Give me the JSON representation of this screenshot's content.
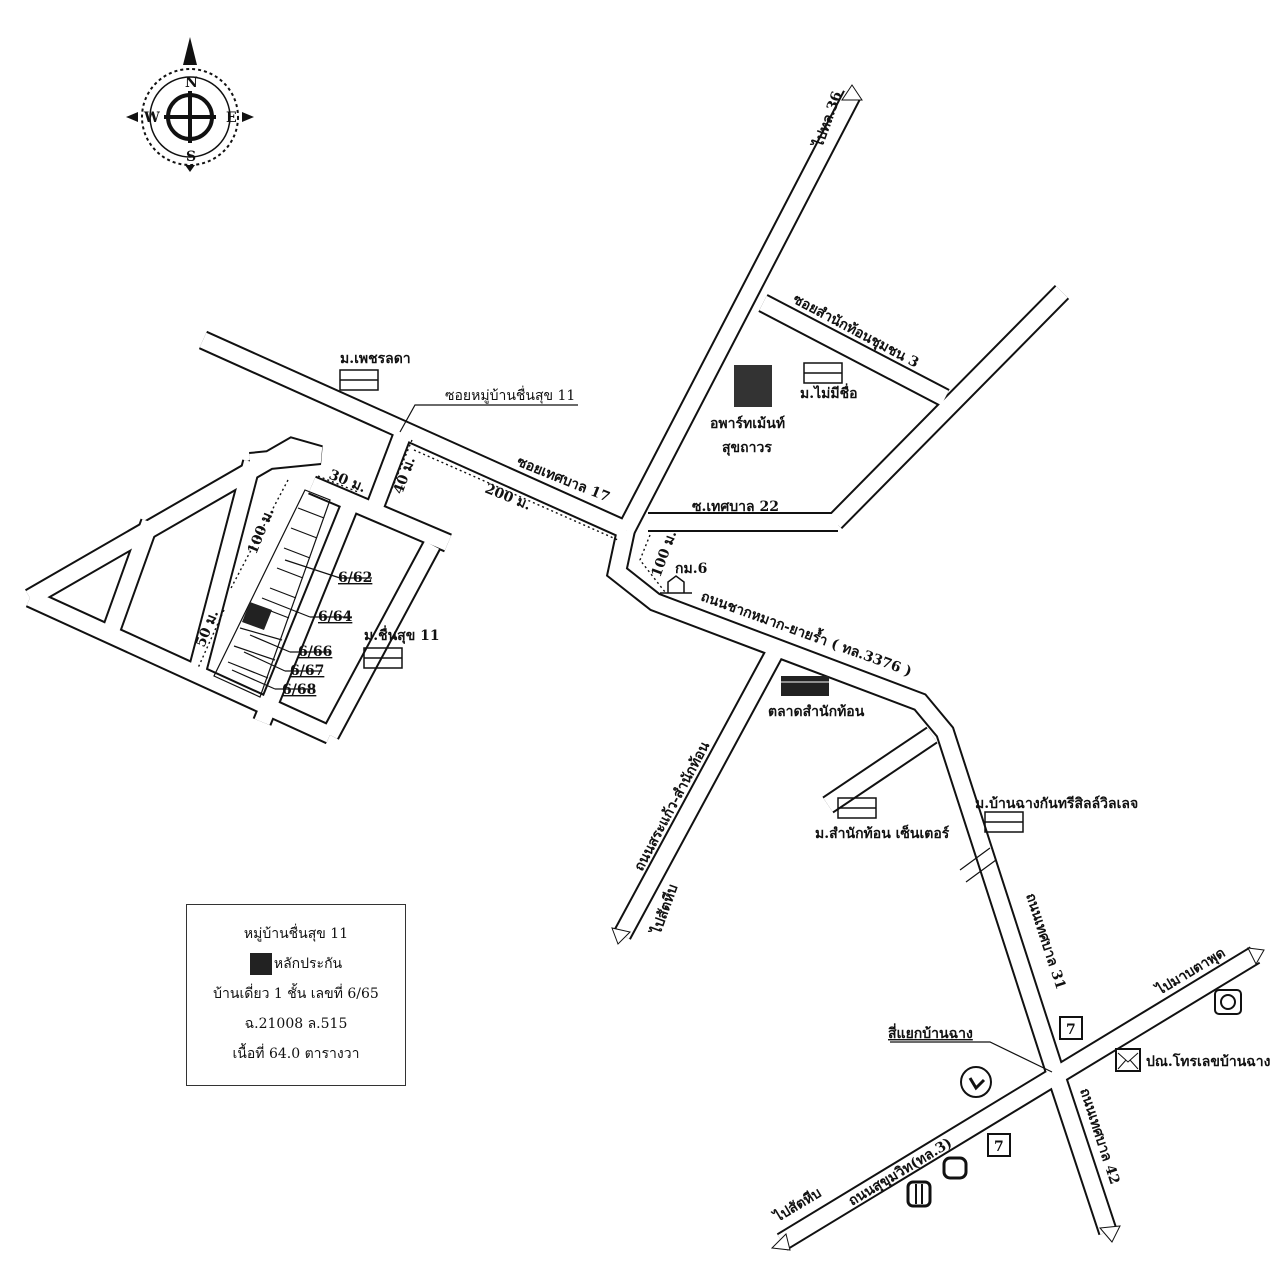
{
  "compass": {
    "n": "N",
    "s": "S",
    "e": "E",
    "w": "W"
  },
  "roads": {
    "to_route36": "ไปทล.36",
    "soi_thetsaban17": "ซอยเทศบาล 17",
    "soi_chuensuk11": "ซอยหมู่บ้านชื่นสุข 11",
    "soi_samnakthon3": "ซอยสำนักท้อนชุมชน 3",
    "soi_thetsaban22": "ซ.เทศบาล 22",
    "chakmak_yairam": "ถนนชากหมาก-ยายร้ำ ( ทล.3376 )",
    "sakaeo_samnakthon": "ถนนสระแก้ว-สำนักท้อน",
    "to_sattahip_1": "ไปสัตหีบ",
    "thetsaban31": "ถนนเทศบาล 31",
    "thetsaban42": "ถนนเทศบาล 42",
    "sukhumvit": "ถนนสุขุมวิท(ทล.3)",
    "to_sattahip_2": "ไปสัตหีบ",
    "to_maptaphut": "ไปมาบตาพุด"
  },
  "places": {
    "petchlada": "ม.เพชรลดา",
    "chuensuk11": "ม.ชื่นสุข 11",
    "no_name": "ม.ไม่มีชื่อ",
    "apartment_l1": "อพาร์ทเม้นท์",
    "apartment_l2": "สุขถาวร",
    "km6": "กม.6",
    "market": "ตลาดสำนักท้อน",
    "samnakthon_center": "ม.สำนักท้อน เซ็นเตอร์",
    "banchang_country": "ม.บ้านฉางกันทรีสิลล์วิลเลจ",
    "intersection": "สี่แยกบ้านฉาง",
    "post_office": "ปณ.โทรเลขบ้านฉาง"
  },
  "distances": {
    "d30": "30 ม.",
    "d40": "40 ม.",
    "d200": "200 ม.",
    "d100": "100 ม.",
    "d50": "50 ม.",
    "d100b": "100 ม."
  },
  "lots": {
    "l1": "6/62",
    "l2": "6/64",
    "l3": "6/66",
    "l4": "6/67",
    "l5": "6/68"
  },
  "legend": {
    "title": "หมู่บ้านชื่นสุข 11",
    "collateral": "หลักประกัน",
    "house": "บ้านเดี่ยว 1 ชั้น เลขที่ 6/65",
    "deed": "ฉ.21008 ล.515",
    "area": "เนื้อที่ 64.0 ตารางวา"
  }
}
